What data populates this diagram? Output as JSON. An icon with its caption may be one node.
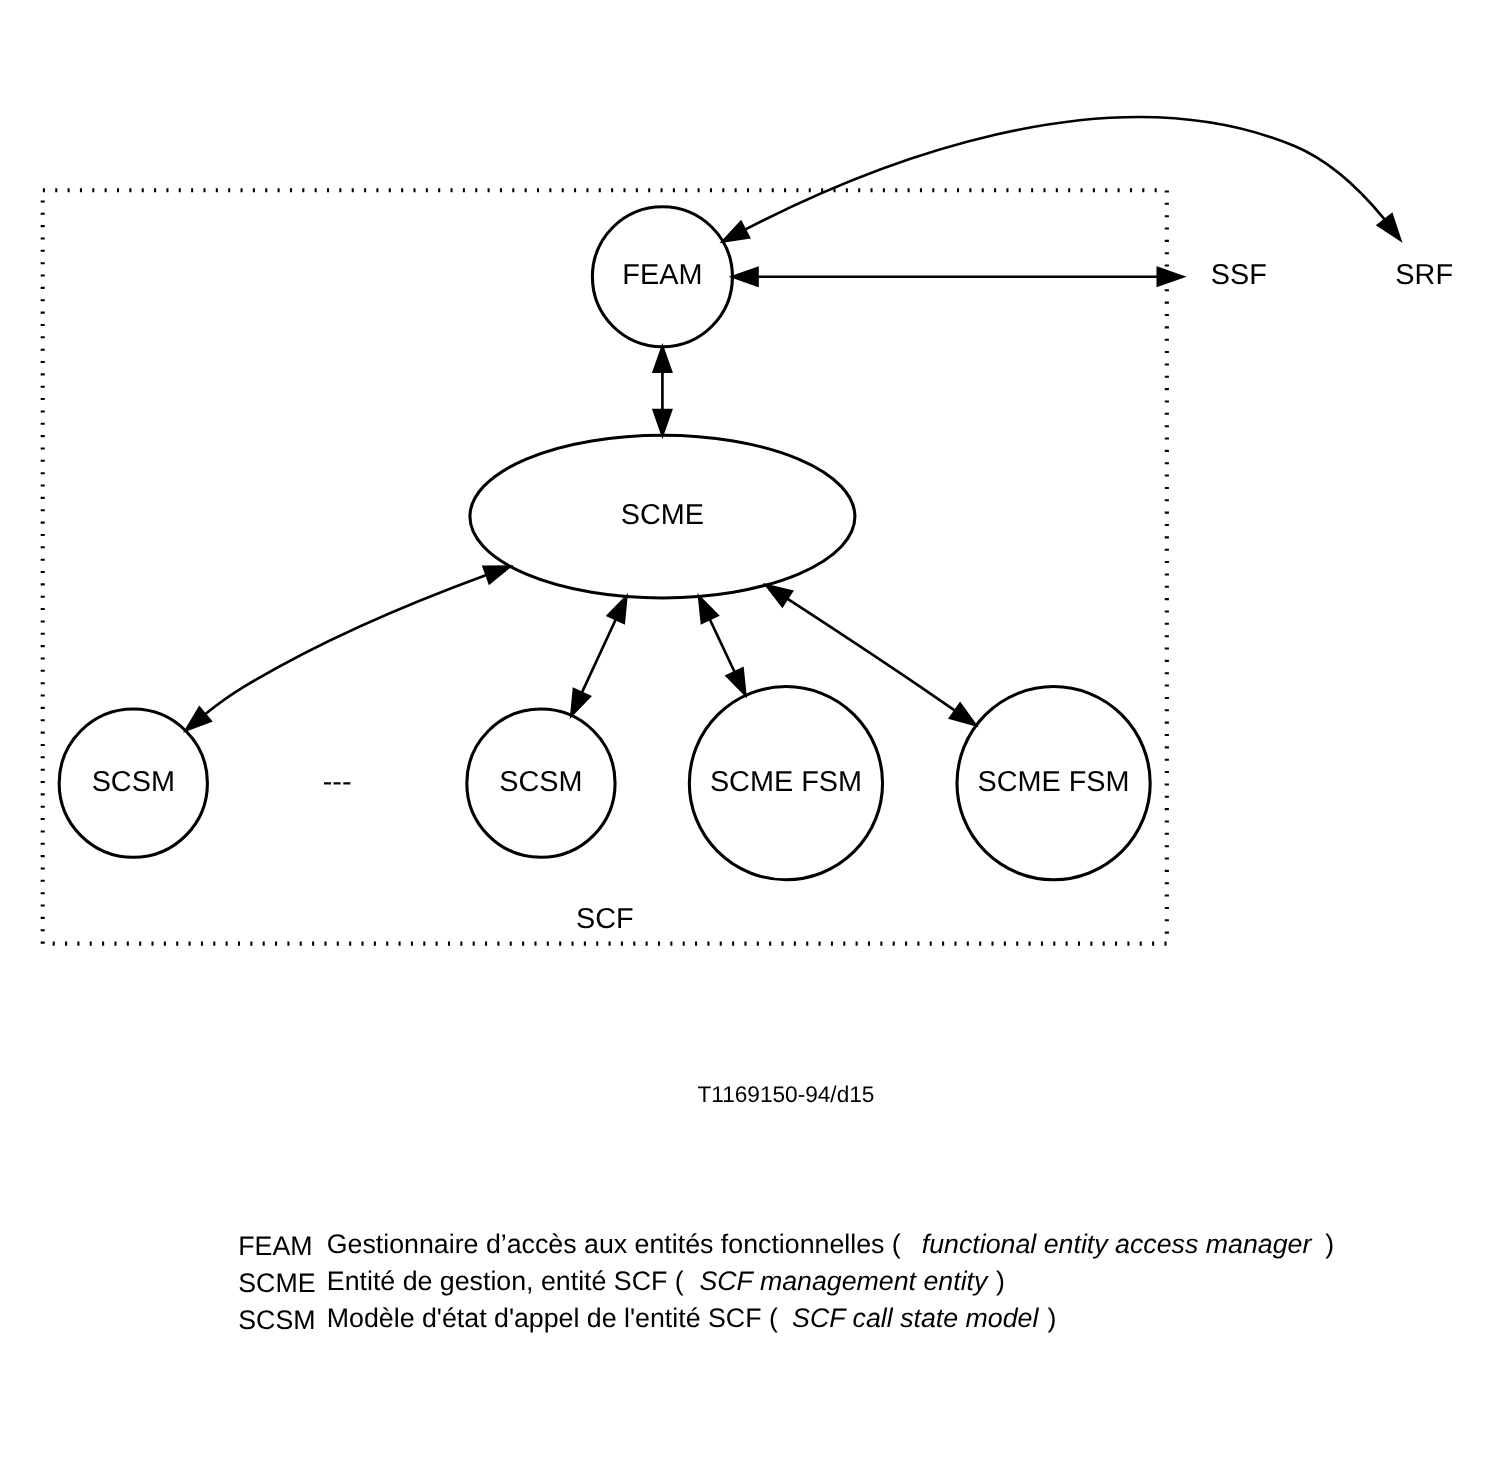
{
  "diagram": {
    "nodes": [
      {
        "text": [
          "SCF"
        ]
      },
      {
        "text": [
          "SSF"
        ]
      },
      {
        "text": [
          "FEAM"
        ],
        "in": 0
      },
      {
        "text": [
          "SRF"
        ]
      },
      {
        "text": [
          "SCME"
        ],
        "in": 0
      },
      {
        "text": [
          "SCSM"
        ],
        "in": 0
      },
      {
        "text": [
          "SCSM"
        ],
        "in": 0
      },
      {
        "text": [
          "SCME FSM"
        ],
        "in": 0
      },
      {
        "text": [
          "SCME FSM"
        ],
        "in": 0
      }
    ],
    "edges": [
      {
        "from": 1,
        "to": 2,
        "arrow": "both"
      },
      {
        "from": 2,
        "to": 3,
        "arrow": "both"
      },
      {
        "from": 2,
        "to": 4,
        "arrow": "both"
      },
      {
        "from": 4,
        "to": 5,
        "arrow": "both"
      },
      {
        "from": 4,
        "to": 6,
        "arrow": "both"
      },
      {
        "from": 4,
        "to": 7,
        "arrow": "both"
      },
      {
        "from": 4,
        "to": 8,
        "arrow": "both"
      }
    ],
    "labels": [
      "---",
      "T1169150-94/d15",
      "FEAM",
      "Gestionnaire d’accès aux entités fonctionnelles (*functional entity access manager*)",
      "SCME",
      "Entité de gestion, entité SCF (*SCF management entity*)",
      "SCSM",
      "Modèle d'état d'appel de l'entité SCF (*SCF call state model*)"
    ]
  }
}
